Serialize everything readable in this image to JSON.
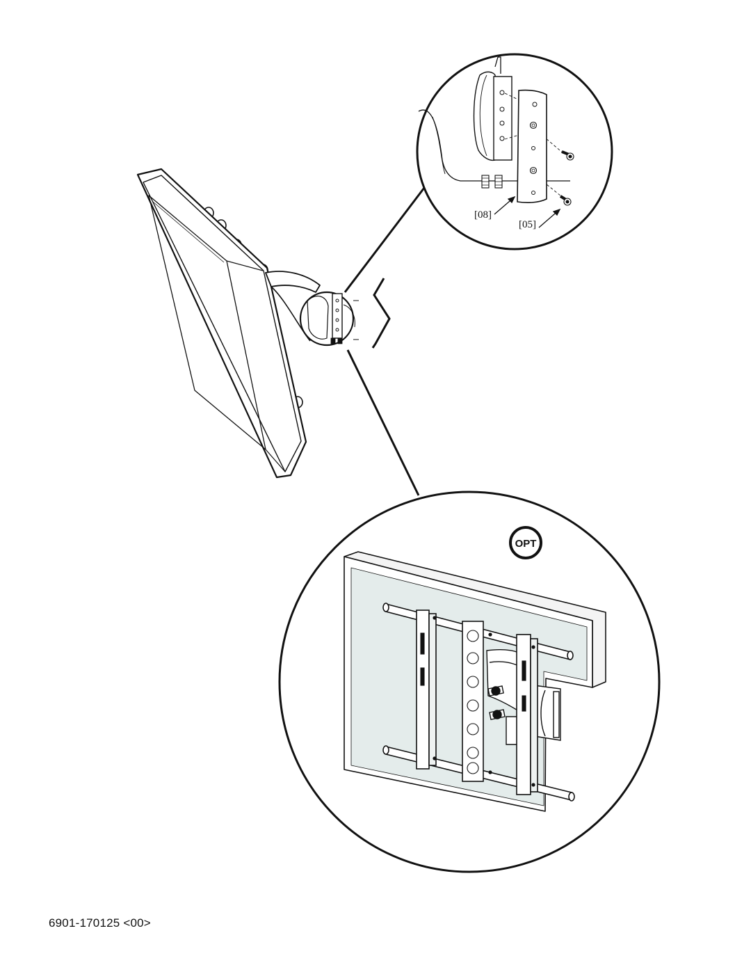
{
  "callouts": {
    "part_08": "[08]",
    "part_05": "[05]"
  },
  "badge": {
    "opt_label": "OPT"
  },
  "footer": {
    "document_number": "6901-170125 <00>"
  },
  "colors": {
    "line": "#111111",
    "wall_fill": "#e4eceb",
    "background": "#ffffff"
  }
}
